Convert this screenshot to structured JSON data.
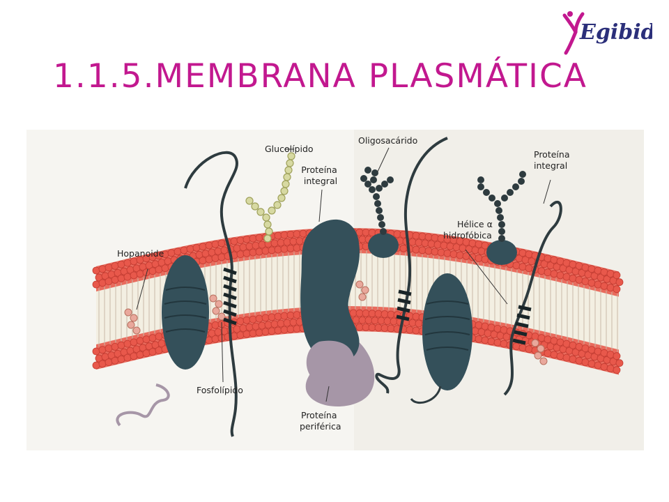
{
  "slide": {
    "title": "1.1.5.MEMBRANA PLASMÁTICA"
  },
  "logo": {
    "text": "Egibide"
  },
  "diagram": {
    "labels": {
      "glucolipido": "Glucolípido",
      "proteina_integral_1": [
        "Proteína",
        "integral"
      ],
      "oligosacarido": "Oligosacárido",
      "proteina_integral_2": [
        "Proteína",
        "integral"
      ],
      "helice": [
        "Hélice α",
        "hidrofóbica"
      ],
      "hopanoide": "Hopanoide",
      "fosfolipido": "Fosfolípido",
      "proteina_periferica": [
        "Proteína",
        "periférica"
      ]
    }
  },
  "colors": {
    "title": "#c2188f",
    "logo": "#2b2f7a",
    "logo_accent": "#c2188f",
    "phospholipid_head": "#e8584b",
    "protein": "#34505a",
    "peripheral_protein": "#a895a8"
  }
}
